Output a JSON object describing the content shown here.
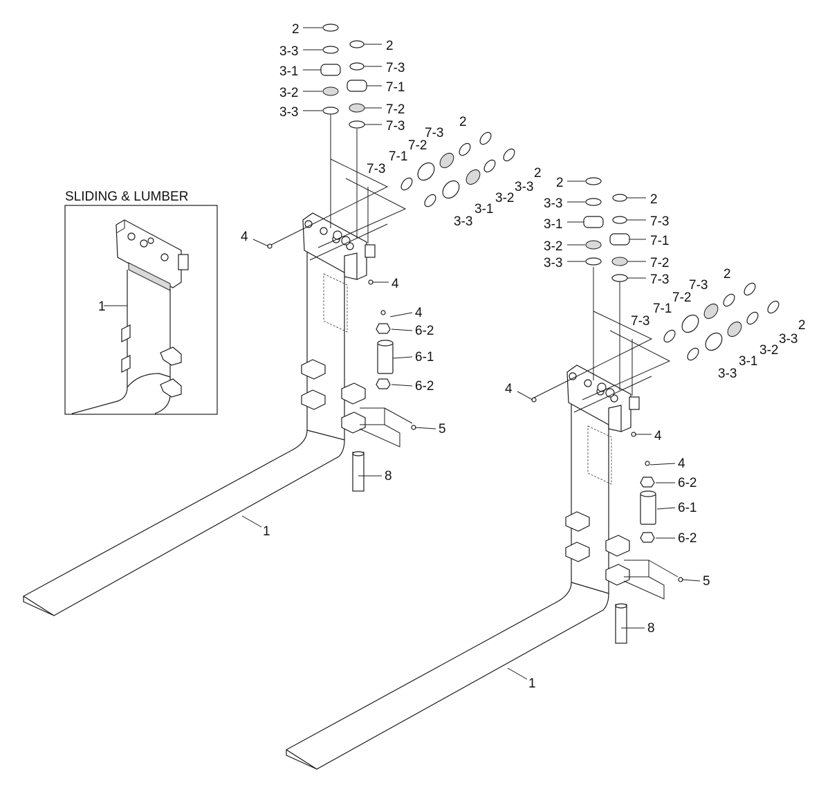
{
  "inset": {
    "title": "SLIDING & LUMBER",
    "fork_label": "1"
  },
  "left_fork": {
    "stack_left": [
      "2",
      "3-3",
      "3-1",
      "3-2",
      "3-3"
    ],
    "stack_right": [
      "2",
      "7-3",
      "7-1",
      "7-2",
      "7-3"
    ],
    "diag_top": [
      "7-3",
      "2"
    ],
    "diag_mid": [
      "7-2",
      "7-1",
      "7-3"
    ],
    "diag_right": [
      "2",
      "3-3",
      "3-2",
      "3-1",
      "3-3"
    ],
    "hook_labels": {
      "pin_left": "4",
      "pin_right": "4"
    },
    "roller": [
      "4",
      "6-2",
      "6-1",
      "6-2"
    ],
    "bolt": "5",
    "shaft": "8",
    "fork": "1"
  },
  "right_fork": {
    "stack_left": [
      "2",
      "3-3",
      "3-1",
      "3-2",
      "3-3"
    ],
    "stack_right": [
      "2",
      "7-3",
      "7-1",
      "7-2",
      "7-3"
    ],
    "diag_top": [
      "7-3",
      "2"
    ],
    "diag_mid": [
      "7-2",
      "7-1",
      "7-3"
    ],
    "diag_right": [
      "2",
      "3-3",
      "3-2",
      "3-1",
      "3-3"
    ],
    "hook_labels": {
      "pin_left": "4",
      "pin_right": "4"
    },
    "roller": [
      "4",
      "6-2",
      "6-1",
      "6-2"
    ],
    "bolt": "5",
    "shaft": "8",
    "fork": "1"
  }
}
